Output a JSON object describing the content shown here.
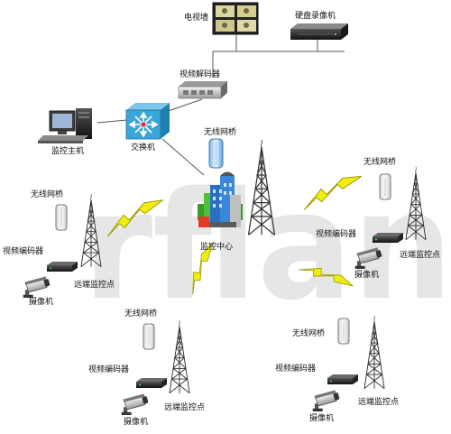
{
  "labels": {
    "tv_wall": "电视墙",
    "dvr": "硬盘录像机",
    "video_decoder": "视频解码器",
    "switch": "交换机",
    "monitor_host": "监控主机",
    "bridge_center": "无线网桥",
    "monitor_center": "监控中心",
    "bridge_left": "无线网桥",
    "encoder_left": "视频编码器",
    "camera_left": "摄像机",
    "remote_left": "远端监控点",
    "bridge_right": "无线网桥",
    "encoder_right": "视频编码器",
    "camera_right": "摄像机",
    "remote_right": "远端监控点",
    "bridge_bl": "无线网桥",
    "encoder_bl": "视频编码器",
    "camera_bl": "摄像机",
    "remote_bl": "远端监控点",
    "bridge_br": "无线网桥",
    "encoder_br": "视频编码器",
    "camera_br": "摄像机",
    "remote_br": "远端监控点"
  },
  "watermark": "rflan",
  "colors": {
    "wire": "#555555",
    "lightning": "#e8e800",
    "lightning_edge": "#9a9a00",
    "tower": "#333333",
    "switch_blue": "#3aa6d8",
    "building_blue": "#2b6fc0",
    "building_green": "#4bbf3a",
    "watermark": "#e4e4e4"
  }
}
